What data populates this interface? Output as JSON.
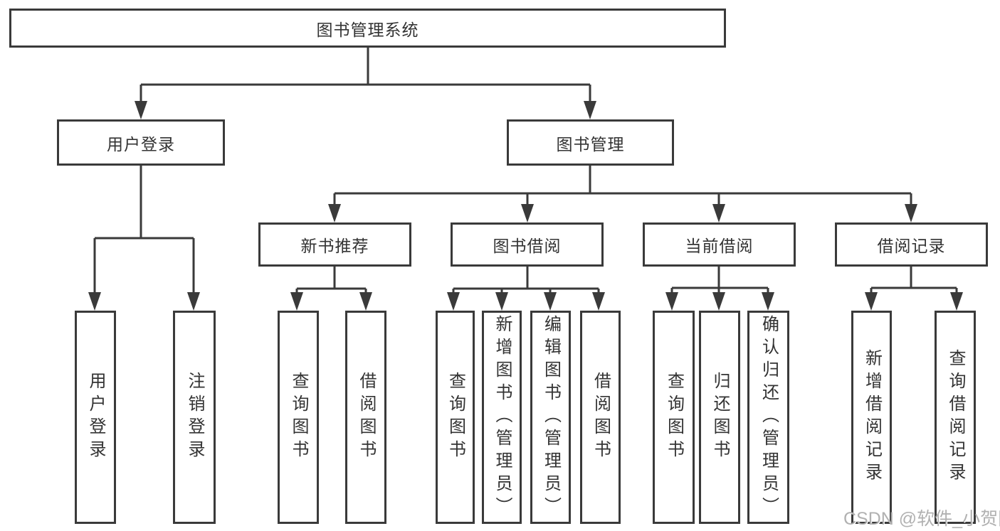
{
  "diagram": {
    "root": {
      "label": "图书管理系统"
    },
    "branches": [
      {
        "label": "用户登录",
        "leaves": [
          "用户登录",
          "注销登录"
        ]
      },
      {
        "label": "图书管理",
        "groups": [
          {
            "label": "新书推荐",
            "leaves": [
              "查询图书",
              "借阅图书"
            ]
          },
          {
            "label": "图书借阅",
            "leaves": [
              "查询图书",
              "新增图书（管理员）",
              "编辑图书（管理员）",
              "借阅图书"
            ]
          },
          {
            "label": "当前借阅",
            "leaves": [
              "查询图书",
              "归还图书",
              "确认归还（管理员）"
            ]
          },
          {
            "label": "借阅记录",
            "leaves": [
              "新增借阅记录",
              "查询借阅记录"
            ]
          }
        ]
      }
    ]
  },
  "watermark": {
    "text": "CSDN @软件_小贺同学"
  },
  "colors": {
    "line": "#3a3a3a",
    "text": "#333333",
    "background": "#ffffff",
    "watermark": "#a8a8a8"
  }
}
